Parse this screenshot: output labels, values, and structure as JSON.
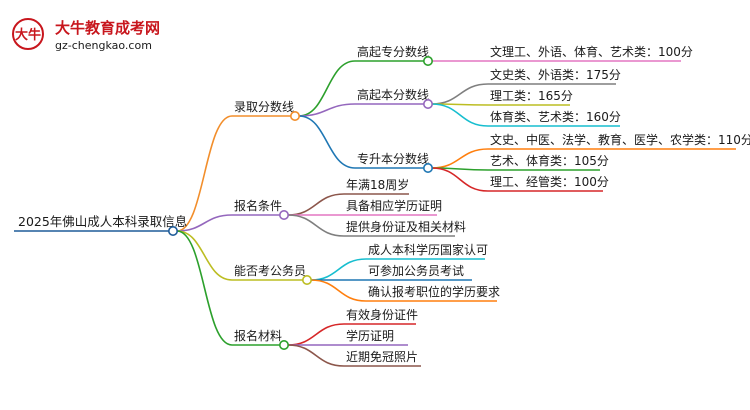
{
  "logo": {
    "icon_text": "大牛",
    "title": "大牛教育成考网",
    "url": "gz-chengkao.com",
    "colors": {
      "title": "#c8161d",
      "url": "#1a1a1a",
      "icon": "#c8161d"
    }
  },
  "root": {
    "label": "2025年佛山成人本科录取信息",
    "color": "#1f5c99"
  },
  "branches": [
    {
      "label": "录取分数线",
      "color": "#f28e2b",
      "children": [
        {
          "label": "高起专分数线",
          "color": "#2ca02c",
          "children": [
            {
              "label": "文理工、外语、体育、艺术类：100分",
              "color": "#e377c2"
            }
          ]
        },
        {
          "label": "高起本分数线",
          "color": "#9467bd",
          "children": [
            {
              "label": "文史类、外语类：175分",
              "color": "#7f7f7f"
            },
            {
              "label": "理工类：165分",
              "color": "#bcbd22"
            },
            {
              "label": "体育类、艺术类：160分",
              "color": "#17becf"
            }
          ]
        },
        {
          "label": "专升本分数线",
          "color": "#1f77b4",
          "children": [
            {
              "label": "文史、中医、法学、教育、医学、农学类：110分",
              "color": "#ff7f0e"
            },
            {
              "label": "艺术、体育类：105分",
              "color": "#2ca02c"
            },
            {
              "label": "理工、经管类：100分",
              "color": "#d62728"
            }
          ]
        }
      ]
    },
    {
      "label": "报名条件",
      "color": "#9467bd",
      "children": [
        {
          "label": "年满18周岁",
          "color": "#8c564b"
        },
        {
          "label": "具备相应学历证明",
          "color": "#e377c2"
        },
        {
          "label": "提供身份证及相关材料",
          "color": "#7f7f7f"
        }
      ]
    },
    {
      "label": "能否考公务员",
      "color": "#bcbd22",
      "children": [
        {
          "label": "成人本科学历国家认可",
          "color": "#17becf"
        },
        {
          "label": "可参加公务员考试",
          "color": "#1f77b4"
        },
        {
          "label": "确认报考职位的学历要求",
          "color": "#ff7f0e"
        }
      ]
    },
    {
      "label": "报名材料",
      "color": "#2ca02c",
      "children": [
        {
          "label": "有效身份证件",
          "color": "#d62728"
        },
        {
          "label": "学历证明",
          "color": "#9467bd"
        },
        {
          "label": "近期免冠照片",
          "color": "#8c564b"
        }
      ]
    }
  ]
}
